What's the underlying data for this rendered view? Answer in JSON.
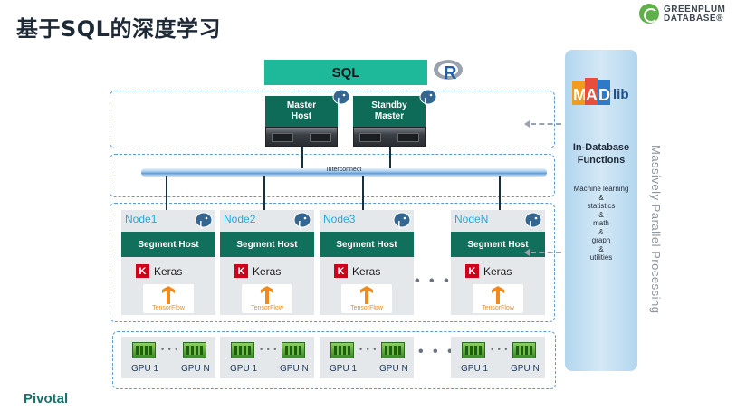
{
  "title": "基于SQL的深度学习",
  "brand": {
    "logo_line1": "GREENPLUM",
    "logo_line2": "DATABASE®",
    "footer": "Pivotal"
  },
  "colors": {
    "teal": "#1eb89b",
    "dark_green": "#0d6b58",
    "dashed_border": "#5b9bd5",
    "node_label": "#2aa8d8",
    "keras_red": "#d0021b",
    "tensorflow_orange": "#f08a1c"
  },
  "sql_label": "SQL",
  "master_label": "Master\nHost",
  "standby_label": "Standby\nMaster",
  "interconnect_label": "Interconnect",
  "nodes": [
    {
      "name": "Node1",
      "segment": "Segment Host",
      "keras": "Keras",
      "tf": "TensorFlow"
    },
    {
      "name": "Node2",
      "segment": "Segment Host",
      "keras": "Keras",
      "tf": "TensorFlow"
    },
    {
      "name": "Node3",
      "segment": "Segment Host",
      "keras": "Keras",
      "tf": "TensorFlow"
    },
    {
      "name": "NodeN",
      "segment": "Segment Host",
      "keras": "Keras",
      "tf": "TensorFlow"
    }
  ],
  "node_dots": "• • •",
  "gpu": {
    "first": "GPU 1",
    "last": "GPU N",
    "dots": "• • •"
  },
  "madlib": {
    "logo": "MADlib",
    "title": "In-Database\nFunctions",
    "functions": [
      "Machine learning",
      "&",
      "statistics",
      "&",
      "math",
      "&",
      "graph",
      "&",
      "utilities"
    ]
  },
  "mpp_label": "Massively Parallel Processing",
  "icons": [
    "greenplum-logo",
    "r-logo",
    "postgres-elephant-icon",
    "keras-icon",
    "tensorflow-icon",
    "gpu-icon",
    "madlib-logo"
  ]
}
